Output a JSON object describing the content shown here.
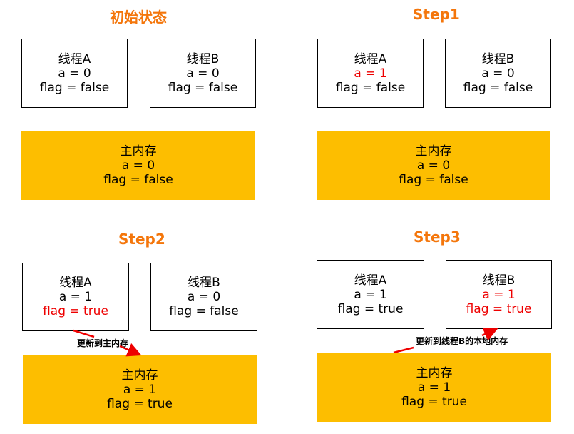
{
  "panels": {
    "initial": {
      "title": "初始状态",
      "thread_a": {
        "name": "线程A",
        "a": "a = 0",
        "flag": "flag = false"
      },
      "thread_b": {
        "name": "线程B",
        "a": "a = 0",
        "flag": "flag = false"
      },
      "main_memory": {
        "name": "主内存",
        "a": "a = 0",
        "flag": "flag = false"
      }
    },
    "step1": {
      "title": "Step1",
      "thread_a": {
        "name": "线程A",
        "a": "a = 1",
        "flag": "flag = false"
      },
      "thread_b": {
        "name": "线程B",
        "a": "a = 0",
        "flag": "flag = false"
      },
      "main_memory": {
        "name": "主内存",
        "a": "a = 0",
        "flag": "flag = false"
      }
    },
    "step2": {
      "title": "Step2",
      "thread_a": {
        "name": "线程A",
        "a": "a = 1",
        "flag": "flag = true"
      },
      "thread_b": {
        "name": "线程B",
        "a": "a = 0",
        "flag": "flag = false"
      },
      "main_memory": {
        "name": "主内存",
        "a": "a = 1",
        "flag": "flag = true"
      },
      "arrow_label": "更新到主内存"
    },
    "step3": {
      "title": "Step3",
      "thread_a": {
        "name": "线程A",
        "a": "a = 1",
        "flag": "flag = true"
      },
      "thread_b": {
        "name": "线程B",
        "a": "a = 1",
        "flag": "flag = true"
      },
      "main_memory": {
        "name": "主内存",
        "a": "a = 1",
        "flag": "flag = true"
      },
      "arrow_label": "更新到线程B的本地内存"
    }
  },
  "colors": {
    "title": "#f4760b",
    "memory_fill": "#fdbe00",
    "highlight": "#ee0000"
  }
}
